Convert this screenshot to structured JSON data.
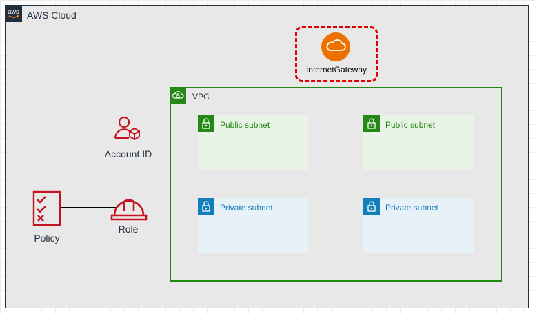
{
  "cloud": {
    "label": "AWS Cloud",
    "logo_text": "aws"
  },
  "gateway": {
    "label": "InternetGateway",
    "icon": "internet-gateway-icon"
  },
  "vpc": {
    "label": "VPC",
    "icon": "vpc-cloud-lock-icon"
  },
  "subnets": [
    {
      "label": "Public subnet",
      "kind": "public"
    },
    {
      "label": "Public subnet",
      "kind": "public"
    },
    {
      "label": "Private subnet",
      "kind": "private"
    },
    {
      "label": "Private subnet",
      "kind": "private"
    }
  ],
  "account": {
    "label": "Account ID",
    "icon": "account-user-icon"
  },
  "policy": {
    "label": "Policy",
    "icon": "policy-checklist-icon"
  },
  "role": {
    "label": "Role",
    "icon": "role-hardhat-icon"
  },
  "colors": {
    "cloud_border": "#232f3e",
    "gateway_highlight": "#e00000",
    "gateway_fill": "#ed7100",
    "vpc_green": "#248814",
    "private_blue": "#147eba",
    "iam_red": "#c7131f"
  }
}
